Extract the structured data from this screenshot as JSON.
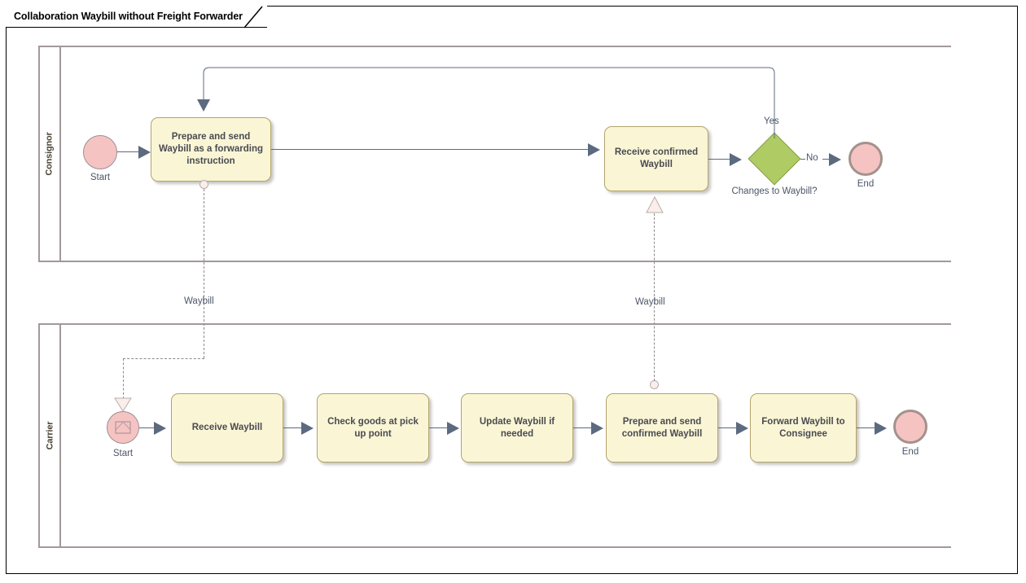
{
  "diagram": {
    "title": "Collaboration Waybill without Freight Forwarder",
    "type": "bpmn-collaboration",
    "colors": {
      "task_fill": "#faf6d5",
      "task_border": "#b3a36b",
      "event_fill": "#f6c3c3",
      "event_border": "#9a8f94",
      "gateway_fill": "#aecb64",
      "gateway_border": "#8a9e4d",
      "flow_line": "#5c6a80",
      "message_flow": "#8f8a8a",
      "pool_border": "#a3989a",
      "text": "#4a4a52"
    }
  },
  "pools": [
    {
      "id": "consignor",
      "lane_label": "Consignor",
      "elements": {
        "start_event": {
          "caption": "Start",
          "kind": "none-start-event"
        },
        "task_prepare": {
          "label": "Prepare and send Waybill as a forwarding instruction"
        },
        "task_receive_confirmed": {
          "label": "Receive confirmed Waybill"
        },
        "gateway": {
          "caption": "Changes to Waybill?",
          "kind": "exclusive-gateway"
        },
        "end_event": {
          "caption": "End",
          "kind": "none-end-event"
        }
      },
      "flow_labels": {
        "yes": "Yes",
        "no": "No"
      }
    },
    {
      "id": "carrier",
      "lane_label": "Carrier",
      "elements": {
        "start_event": {
          "caption": "Start",
          "kind": "message-start-event"
        },
        "task_receive_waybill": {
          "label": "Receive Waybill"
        },
        "task_check_goods": {
          "label": "Check goods at pick up point"
        },
        "task_update_waybill": {
          "label": "Update Waybill if needed"
        },
        "task_prepare_confirmed": {
          "label": "Prepare and send confirmed Waybill"
        },
        "task_forward_waybill": {
          "label": "Forward Waybill to Consignee"
        },
        "end_event": {
          "caption": "End",
          "kind": "none-end-event"
        }
      }
    }
  ],
  "message_flows": [
    {
      "id": "mf-waybill-down",
      "label": "Waybill",
      "from": "Prepare and send Waybill as a forwarding instruction",
      "to": "Carrier Start"
    },
    {
      "id": "mf-waybill-up",
      "label": "Waybill",
      "from": "Prepare and send confirmed Waybill",
      "to": "Receive confirmed Waybill"
    }
  ]
}
